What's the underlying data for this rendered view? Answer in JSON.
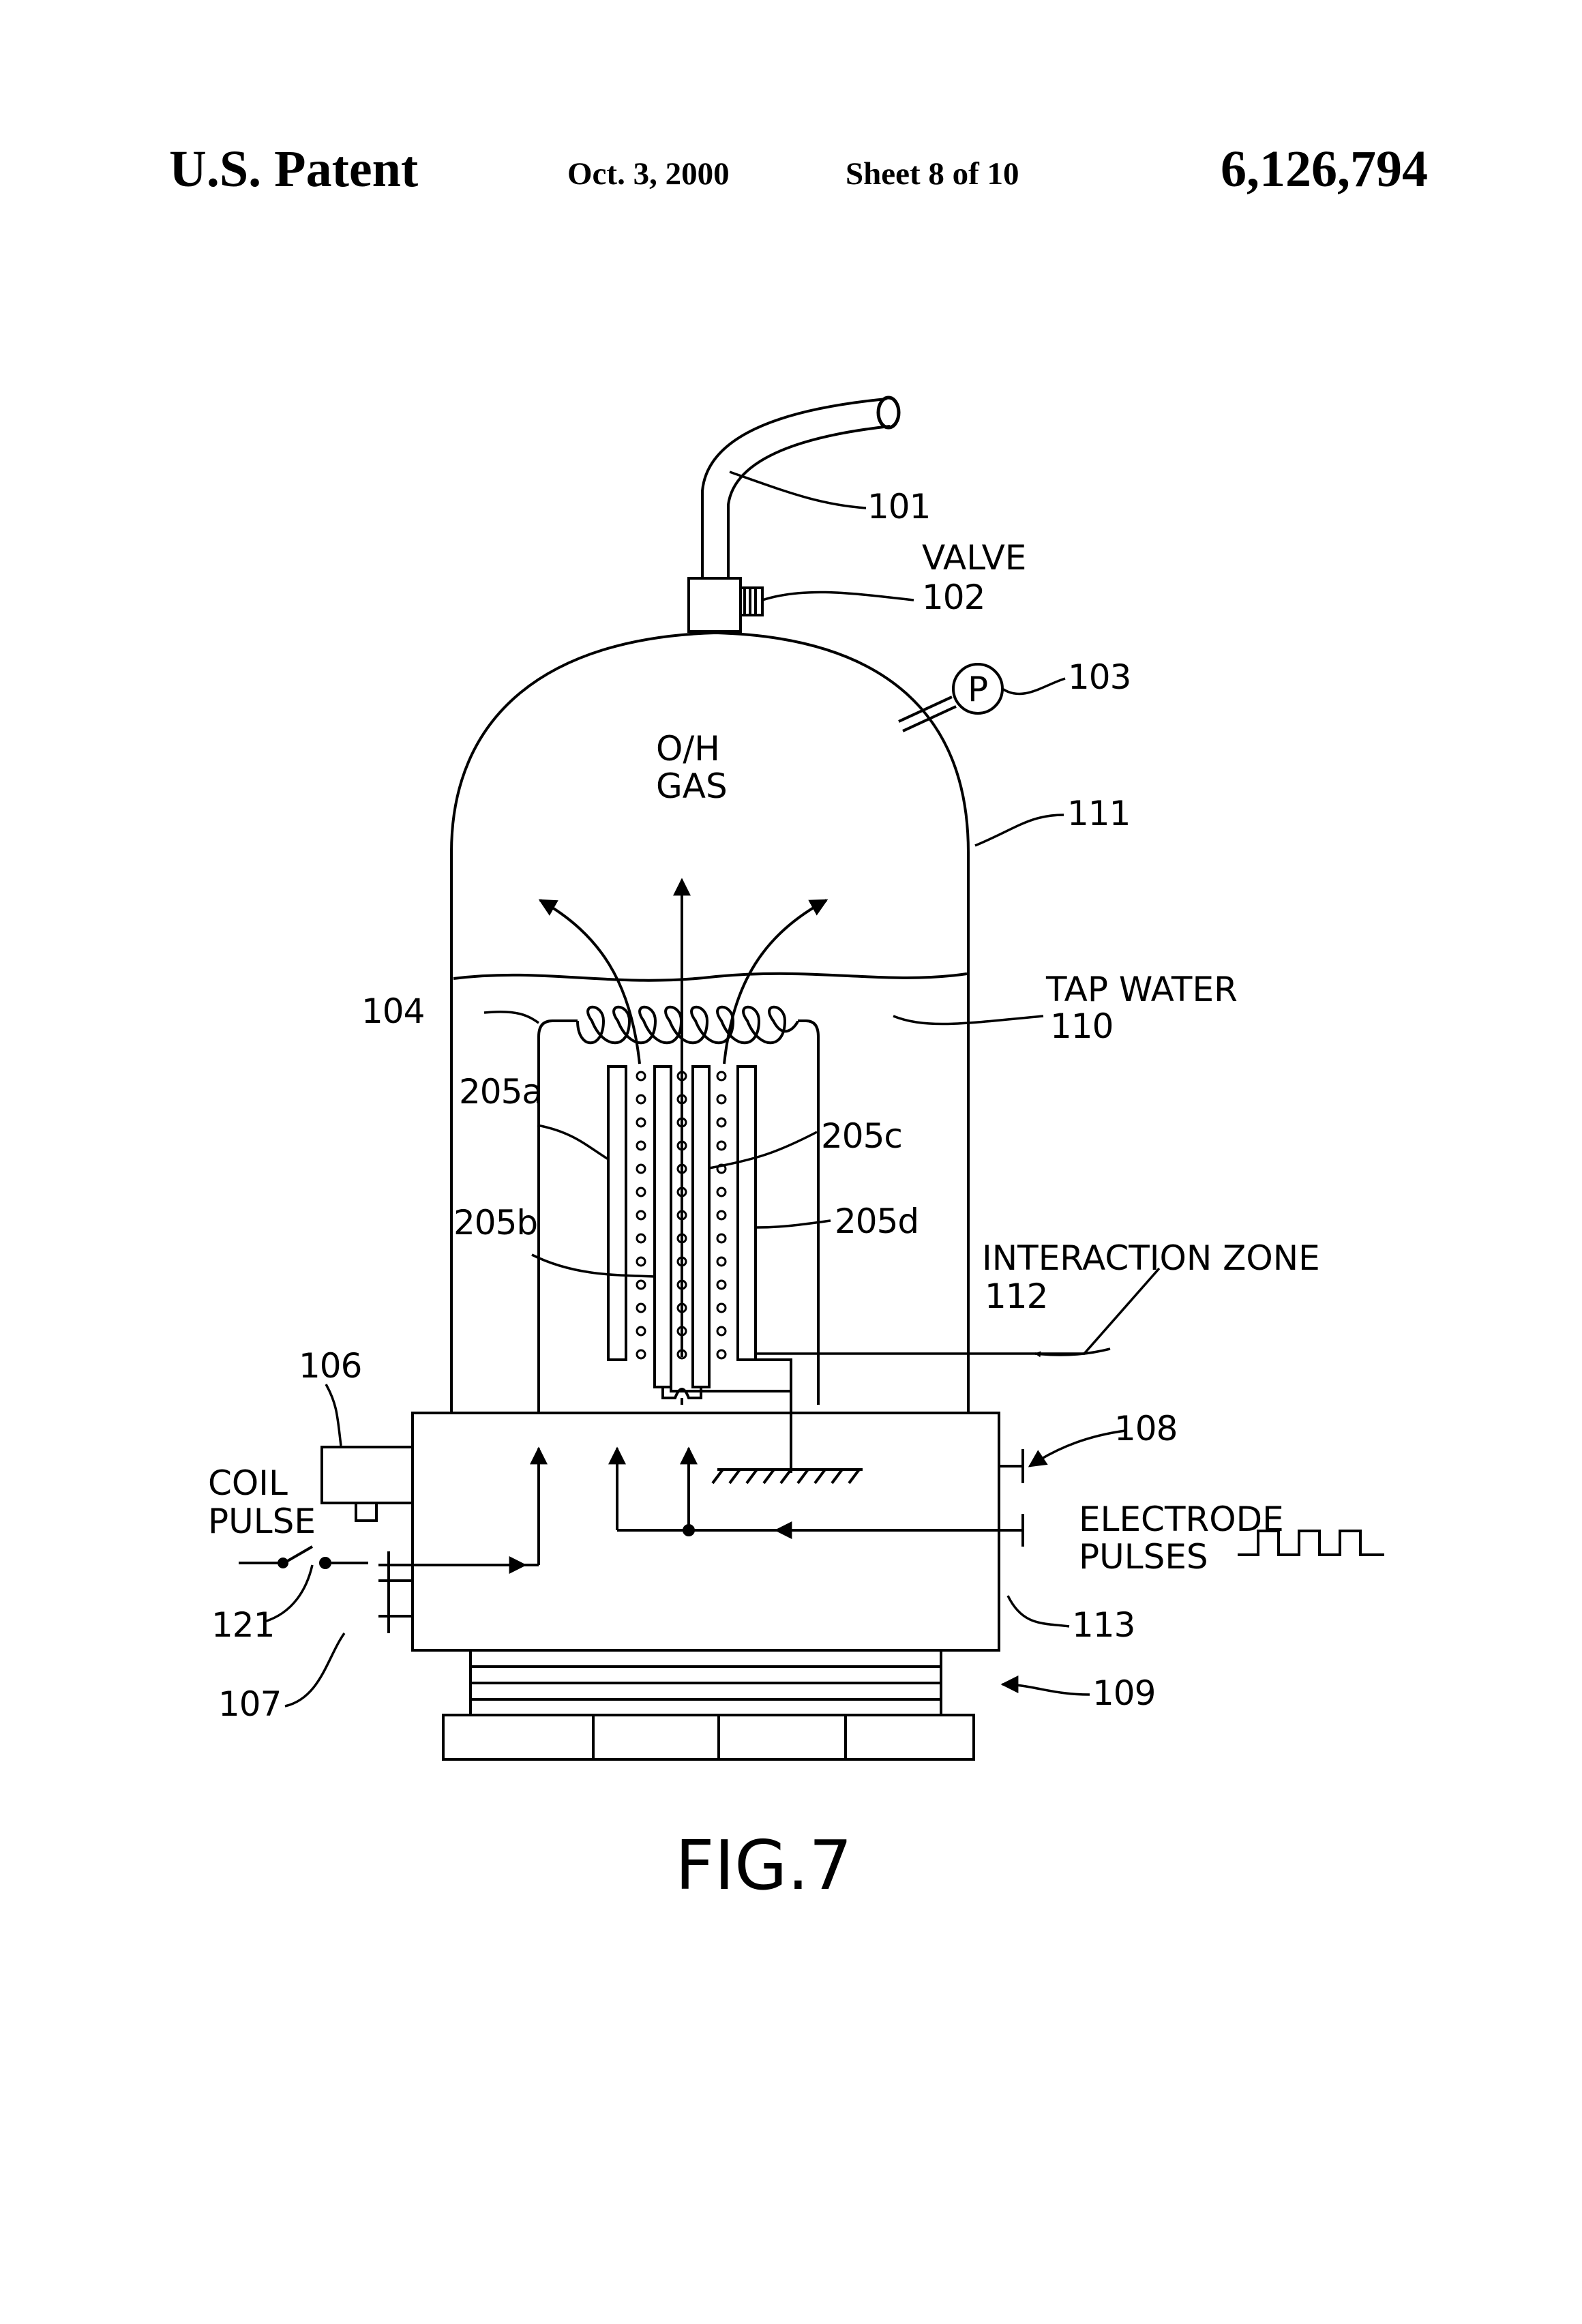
{
  "header": {
    "patent_label": "U.S. Patent",
    "date": "Oct. 3, 2000",
    "sheet": "Sheet 8 of 10",
    "patent_number": "6,126,794"
  },
  "figure": {
    "caption": "FIG.7",
    "labels": {
      "l101": "101",
      "valve": "VALVE",
      "l102": "102",
      "l103": "103",
      "pressure_symbol": "P",
      "gas_line1": "O/H",
      "gas_line2": "GAS",
      "l111": "111",
      "l104": "104",
      "tap_water": "TAP WATER",
      "l110": "110",
      "l205a": "205a",
      "l205b": "205b",
      "l205c": "205c",
      "l205d": "205d",
      "interaction_zone": "INTERACTION ZONE",
      "l112": "112",
      "l106": "106",
      "coil": "COIL",
      "pulse": "PULSE",
      "l108": "108",
      "electrode": "ELECTRODE",
      "pulses": "PULSES",
      "l121": "121",
      "l113": "113",
      "l107": "107",
      "l109": "109"
    }
  }
}
